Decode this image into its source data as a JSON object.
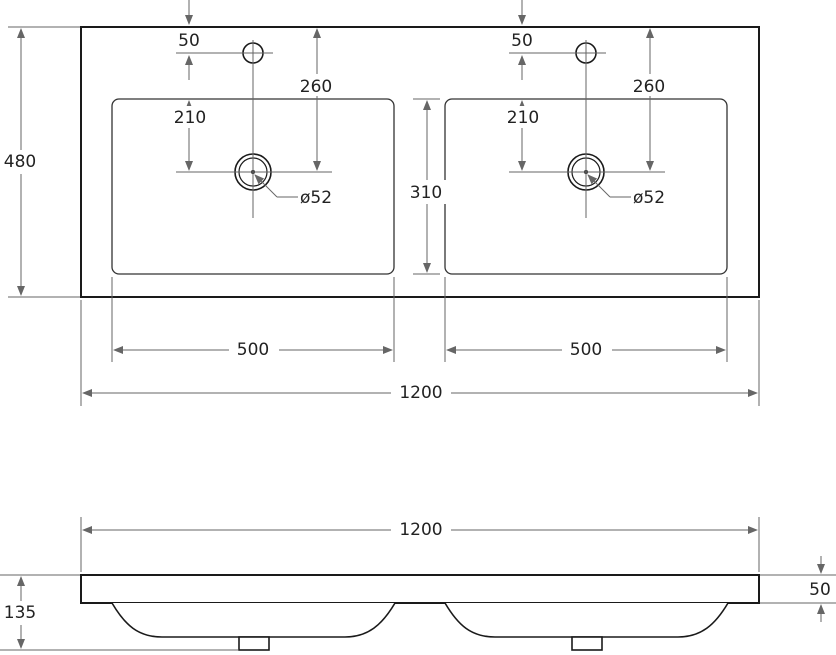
{
  "top_view": {
    "overall_width": "1200",
    "overall_depth": "480",
    "basin_width_left": "500",
    "basin_width_right": "500",
    "basin_depth": "310",
    "left_basin": {
      "tap_hole_offset": "50",
      "drain_from_back": "260",
      "drain_from_basin_edge": "210",
      "drain_diameter": "ø52"
    },
    "right_basin": {
      "tap_hole_offset": "50",
      "drain_from_back": "260",
      "drain_from_basin_edge": "210",
      "drain_diameter": "ø52"
    }
  },
  "side_view": {
    "overall_width": "1200",
    "overall_height": "135",
    "slab_thickness": "50"
  }
}
